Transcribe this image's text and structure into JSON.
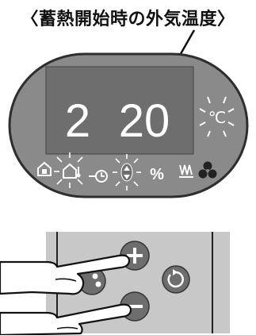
{
  "caption": "〈蓄熱開始時の外気温度〉",
  "display": {
    "left_value": "2",
    "right_value": "20",
    "unit": "℃",
    "percent_symbol": "%"
  },
  "icons": [
    "house-icon",
    "house-thermometer-icon",
    "clock-icon",
    "up-down-arrow-icon",
    "percent-icon",
    "heater-icon",
    "fan-icon"
  ],
  "buttons": [
    "plus-button",
    "minus-button",
    "fan-button",
    "confirm-button"
  ],
  "colors": {
    "panel": "#8a8a8a",
    "panel_border": "#2e2e2e",
    "lcd": "#6e6e6e",
    "button": "#6e6e6e",
    "button_panel": "#c8c8c8"
  }
}
